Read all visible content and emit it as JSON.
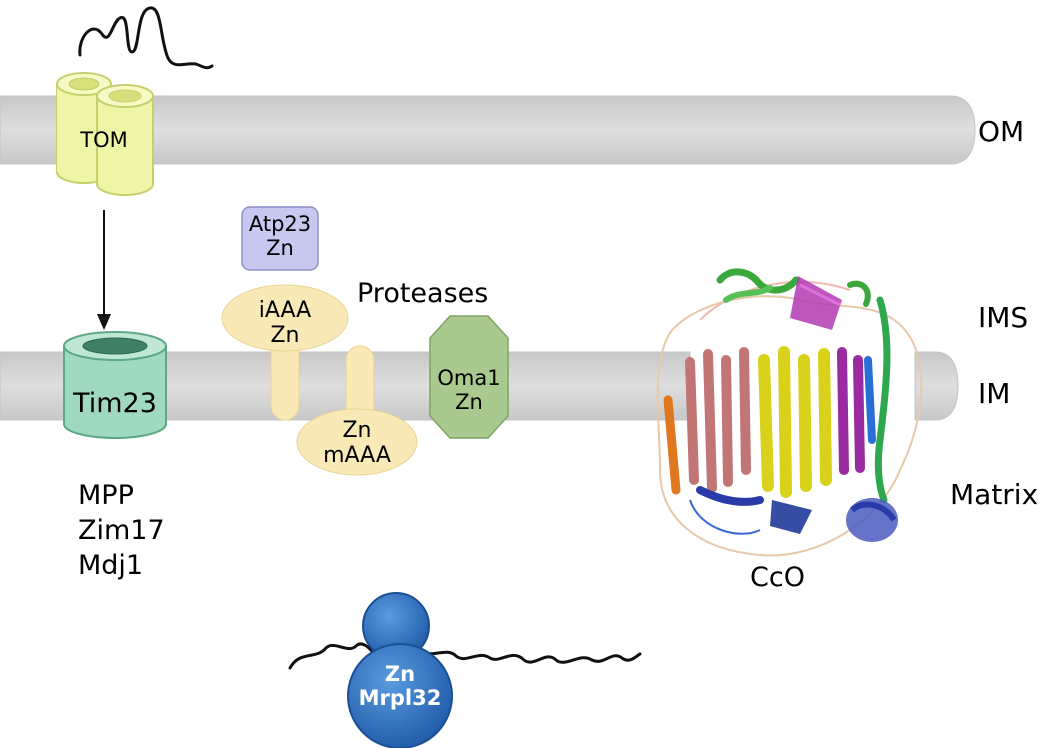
{
  "regions": {
    "om": "OM",
    "ims": "IMS",
    "im": "IM",
    "matrix": "Matrix"
  },
  "proteins": {
    "tom": "TOM",
    "tim23": "Tim23",
    "atp23": [
      "Atp23",
      "Zn"
    ],
    "iaaa": [
      "iAAA",
      "Zn"
    ],
    "maaa": [
      "Zn",
      "mAAA"
    ],
    "oma1": [
      "Oma1",
      "Zn"
    ],
    "mrpl32": [
      "Zn",
      "Mrpl32"
    ],
    "cco": "CcO"
  },
  "labels": {
    "proteases": "Proteases",
    "matrix_factors": [
      "MPP",
      "Zim17",
      "Mdj1"
    ]
  },
  "colors": {
    "membrane": "#d9d9d9",
    "tom": "#eef5a6",
    "tim23": "#9fd9bf",
    "atp23": "#c6c8ef",
    "aaa": "#f8e9b6",
    "oma1": "#a9c98f",
    "mrpl32": "#2f73c2"
  }
}
